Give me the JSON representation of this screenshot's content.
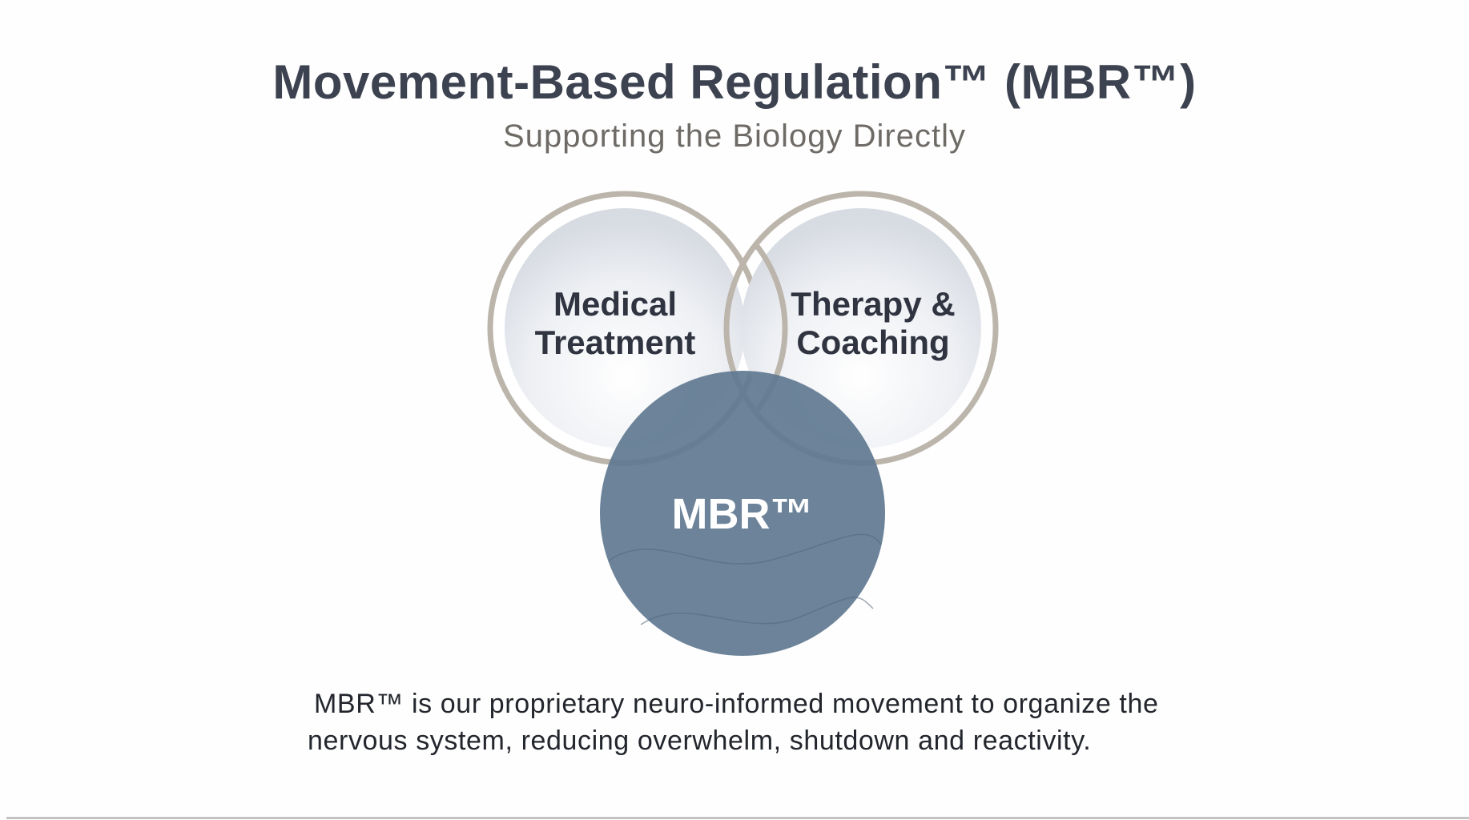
{
  "title": "Movement-Based Regulation™ (MBR™)",
  "subtitle": "Supporting the Biology Directly",
  "diagram": {
    "circles": [
      {
        "line1": "Medical",
        "line2": "Treatment"
      },
      {
        "line1": "Therapy &",
        "line2": "Coaching"
      },
      {
        "label": "MBR™"
      }
    ],
    "colors": {
      "ring": "#bcb5ab",
      "mbr_fill": "#6a8299",
      "text_dark": "#2f3440"
    }
  },
  "description": {
    "line1": "MBR™ is our proprietary neuro-informed movement to organize the",
    "line2": "nervous system, reducing overwhelm, shutdown and reactivity."
  }
}
